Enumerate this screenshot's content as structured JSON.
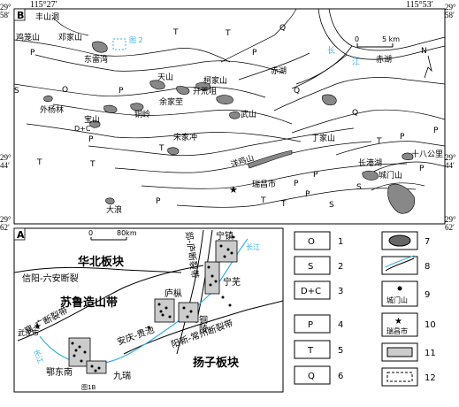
{
  "coords": {
    "top_left": "115°27′",
    "top_right": "115°53′",
    "left_top": "29°",
    "left_top2": "58′",
    "right_top": "29°",
    "right_top2": "58′",
    "left_mid": "29°",
    "left_mid2": "44′",
    "right_mid": "29°",
    "right_mid2": "44′",
    "left_bot": "29°",
    "left_bot2": "62′",
    "right_bot": "29°",
    "right_bot2": "62′"
  },
  "map_b": {
    "panel_label": "B",
    "scale_labels": [
      "0",
      "5 km"
    ],
    "north": "N",
    "places": {
      "fengshanchong": "丰山洞",
      "jilongshan": "鸡笼山",
      "dengjiashan": "邓家山",
      "dongleiwan": "东雷湾",
      "tu2": "图 2",
      "tianshan": "天山",
      "kejiashan": "柯家山",
      "yujiazhuang": "余家茔",
      "kaihuangju": "开荒咀",
      "waiyanglin": "外杨林",
      "baoshan": "宝山",
      "tongling": "铜岭",
      "wushan": "武山",
      "songjiachong": "宋家冲",
      "dingjiashan": "丁家山",
      "yangjishan": "洋鸡山",
      "ruichangshi": "瑞昌市",
      "dalang": "大浪",
      "changganghu": "长港湖",
      "chengmenshan": "城门山",
      "shiliugongli": "十八公里",
      "chihu1": "赤湖",
      "chihu2": "赤湖",
      "changjiang1": "长",
      "changjiang2": "江"
    },
    "strata": [
      "T",
      "P",
      "S",
      "O",
      "P",
      "D+C",
      "T",
      "P",
      "T",
      "Q",
      "Q",
      "T",
      "P",
      "Q",
      "T",
      "P",
      "P",
      "S",
      "T",
      "P",
      "T",
      "P",
      "S",
      "P",
      "T"
    ]
  },
  "map_a": {
    "panel_label": "A",
    "scale_labels": [
      "0",
      "80km"
    ],
    "north_china": "华北板块",
    "sulu": "苏鲁造山带",
    "yangtze": "扬子板块",
    "xinyang": "信阳-六安断裂",
    "xiangguang": "襄-广断裂带",
    "tanlu": "郯-庐断裂带",
    "yangxin": "阳新-常州断裂带",
    "anqing": "安庆-贵池",
    "wuhan": "武汉市",
    "changjiang_w": "长江",
    "changjiang_e": "长江",
    "edong": "鄂东南",
    "jiurui": "九瑞",
    "tu1b": "图1B",
    "lujiang": "庐枞",
    "tongling": "铜陵",
    "ningwu": "宁芜",
    "ningzhen": "宁镇"
  },
  "legend": {
    "items": [
      {
        "symbol": "O",
        "num": "1"
      },
      {
        "symbol": "S",
        "num": "2"
      },
      {
        "symbol": "D+C",
        "num": "3"
      },
      {
        "symbol": "P",
        "num": "4"
      },
      {
        "symbol": "T",
        "num": "5"
      },
      {
        "symbol": "Q",
        "num": "6"
      },
      {
        "symbol": "intrusion",
        "num": "7"
      },
      {
        "symbol": "fault",
        "num": "8"
      },
      {
        "symbol": "deposit",
        "num": "9",
        "label": "城门山"
      },
      {
        "symbol": "city",
        "num": "10",
        "label": "瑞昌市"
      },
      {
        "symbol": "district",
        "num": "11"
      },
      {
        "symbol": "dashed",
        "num": "12"
      }
    ]
  }
}
